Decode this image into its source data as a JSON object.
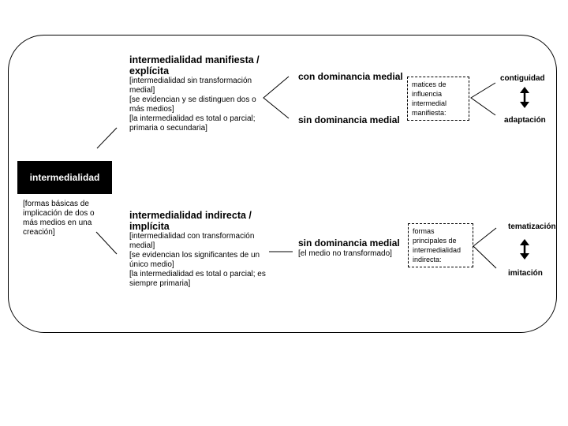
{
  "root": {
    "label": "intermedialidad",
    "note": "[formas básicas de implicación de dos o más medios en una creación]"
  },
  "upper": {
    "title": "intermedialidad manifiesta / explícita",
    "notes": [
      "[intermedialidad sin transformación medial]",
      "[se evidencian y se distinguen dos o más medios]",
      "[la intermedialidad es total o parcial; primaria o secundaria]"
    ],
    "branch1": "con dominancia medial",
    "branch2": "sin dominancia medial",
    "box": "matices de influencia intermedial manifiesta:",
    "out1": "contiguidad",
    "out2": "adaptación"
  },
  "lower": {
    "title": "intermedialidad indirecta / implícita",
    "notes": [
      "[intermedialidad con transformación medial]",
      "[se evidencian los significantes de un único medio]",
      "[la intermedialidad es total o parcial; es siempre primaria]"
    ],
    "branch": "sin dominancia medial",
    "branch_note": "[el medio no transformado]",
    "box": "formas principales de intermedialidad indirecta:",
    "out1": "tematización",
    "out2": "imitación"
  }
}
